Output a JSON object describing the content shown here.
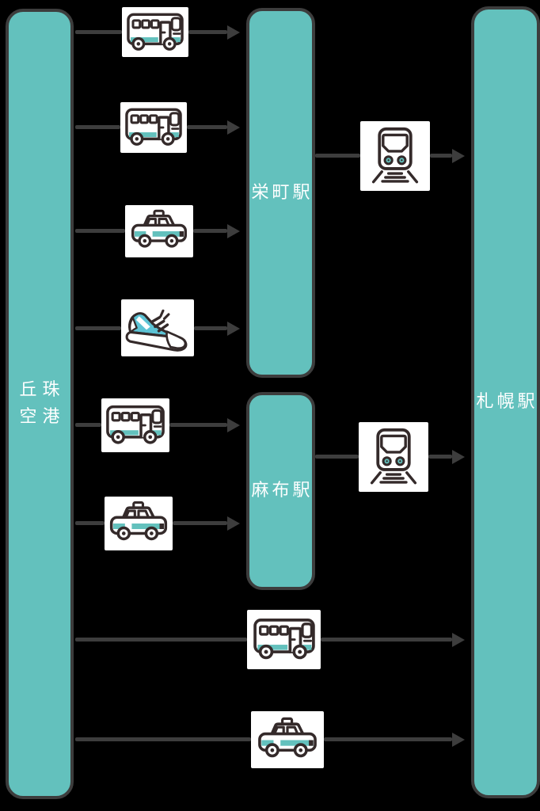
{
  "background": "#000000",
  "colors": {
    "node_fill": "#63c1bd",
    "node_border": "#3d3d3d",
    "node_text": "#ffffff",
    "arrow": "#3d3d3d",
    "card_bg": "#ffffff",
    "icon_outline": "#342a2a",
    "icon_accent": "#63c1bd",
    "shoe_accent": "#5cc3d5"
  },
  "nodes": {
    "airport": {
      "name": "丘珠空港",
      "lines": [
        "丘珠",
        "空港"
      ]
    },
    "sakaemachi": {
      "label": "栄町駅"
    },
    "asabu": {
      "label": "麻布駅"
    },
    "sapporo": {
      "label": "札幌駅"
    }
  },
  "icons": {
    "bus": "bus-icon",
    "taxi": "taxi-icon",
    "walk": "sneaker-icon",
    "train": "train-icon"
  },
  "routes": [
    {
      "from": "丘珠空港",
      "to": "栄町駅",
      "mode": "bus"
    },
    {
      "from": "丘珠空港",
      "to": "栄町駅",
      "mode": "bus"
    },
    {
      "from": "丘珠空港",
      "to": "栄町駅",
      "mode": "taxi"
    },
    {
      "from": "丘珠空港",
      "to": "栄町駅",
      "mode": "walk"
    },
    {
      "from": "丘珠空港",
      "to": "麻布駅",
      "mode": "bus"
    },
    {
      "from": "丘珠空港",
      "to": "麻布駅",
      "mode": "taxi"
    },
    {
      "from": "栄町駅",
      "to": "札幌駅",
      "mode": "train"
    },
    {
      "from": "麻布駅",
      "to": "札幌駅",
      "mode": "train"
    },
    {
      "from": "丘珠空港",
      "to": "札幌駅",
      "mode": "bus"
    },
    {
      "from": "丘珠空港",
      "to": "札幌駅",
      "mode": "taxi"
    }
  ]
}
